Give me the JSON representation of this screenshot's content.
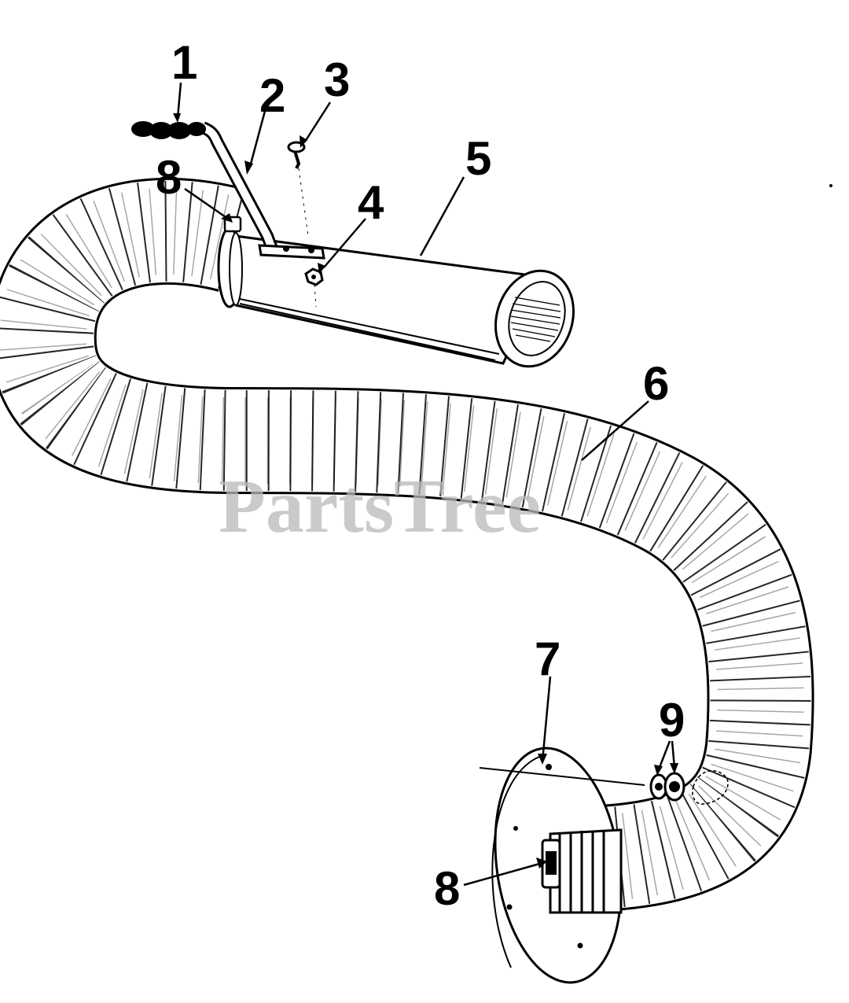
{
  "watermark": "PartsTree",
  "callouts": [
    {
      "id": "1",
      "label": "1"
    },
    {
      "id": "2",
      "label": "2"
    },
    {
      "id": "3",
      "label": "3"
    },
    {
      "id": "4",
      "label": "4"
    },
    {
      "id": "5",
      "label": "5"
    },
    {
      "id": "6",
      "label": "6"
    },
    {
      "id": "7",
      "label": "7"
    },
    {
      "id": "8a",
      "label": "8"
    },
    {
      "id": "8b",
      "label": "8"
    },
    {
      "id": "9",
      "label": "9"
    }
  ],
  "colors": {
    "ink": "#000000",
    "paper": "#ffffff",
    "watermark": "#b9b9b9"
  }
}
